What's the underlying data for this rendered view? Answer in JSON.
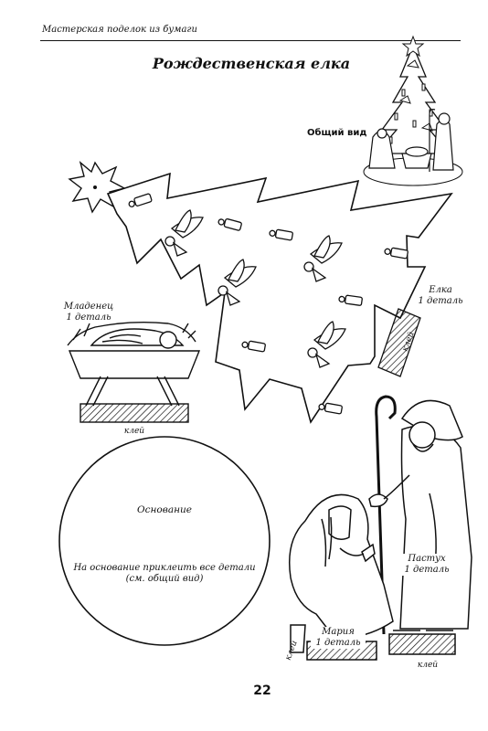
{
  "header": {
    "book_title": "Мастерская поделок из бумаги"
  },
  "title": "Рождественская елка",
  "general_view_label": "Общий вид",
  "parts": {
    "tree": {
      "name": "Елка",
      "count": "1 деталь",
      "glue": "клей"
    },
    "baby": {
      "name": "Младенец",
      "count": "1 деталь",
      "glue": "клей"
    },
    "shepherd": {
      "name": "Пастух",
      "count": "1 деталь",
      "glue": "клей"
    },
    "mary": {
      "name": "Мария",
      "count": "1 деталь",
      "glue": "клей"
    }
  },
  "base": {
    "title": "Основание",
    "instruction": "На основание приклеить все детали",
    "instruction_note": "(см. общий вид)"
  },
  "page_number": "22",
  "icons": [
    "star-icon",
    "angel-icon",
    "candle-icon",
    "manger-icon",
    "shepherd-icon",
    "mary-icon"
  ]
}
